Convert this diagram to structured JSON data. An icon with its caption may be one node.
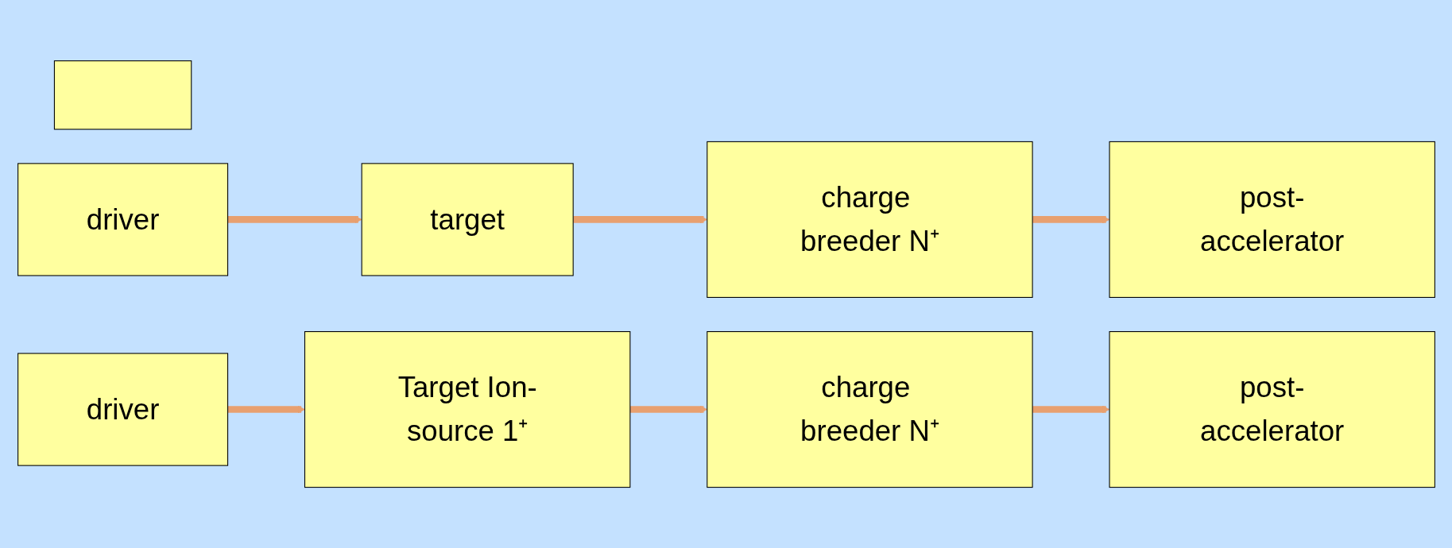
{
  "diagram": {
    "nodes": [
      {
        "text": [],
        "shape": "box"
      },
      {
        "text": [
          "driver"
        ]
      },
      {
        "text": [
          "target"
        ]
      },
      {
        "text": [
          "charge breeder N⁺"
        ]
      },
      {
        "text": [
          "post-accelerator"
        ]
      },
      {
        "text": [
          "driver"
        ]
      },
      {
        "text": [
          "Target Ion-source 1⁺"
        ]
      },
      {
        "text": [
          "charge breeder N⁺"
        ]
      },
      {
        "text": [
          "post-accelerator"
        ]
      }
    ],
    "edges": [
      {
        "from": 1,
        "to": 2,
        "arrow": "to"
      },
      {
        "from": 2,
        "to": 3,
        "arrow": "to"
      },
      {
        "from": 3,
        "to": 4,
        "arrow": "to"
      },
      {
        "from": 5,
        "to": 6,
        "arrow": "to"
      },
      {
        "from": 6,
        "to": 7,
        "arrow": "to"
      },
      {
        "from": 7,
        "to": 8,
        "arrow": "to"
      }
    ]
  }
}
